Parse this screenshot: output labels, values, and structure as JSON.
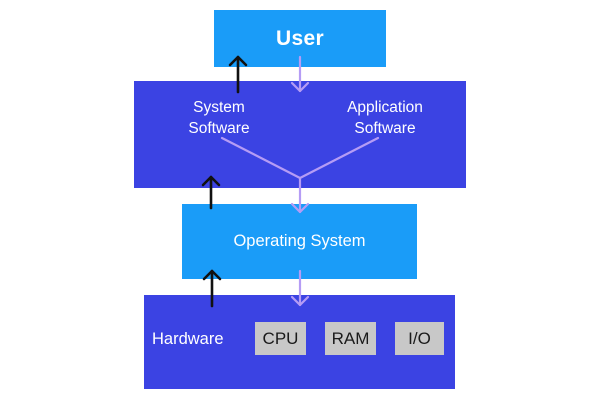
{
  "diagram": {
    "user": {
      "label": "User"
    },
    "software": {
      "system_software_line1": "System",
      "system_software_line2": "Software",
      "application_software_line1": "Application",
      "application_software_line2": "Software"
    },
    "operating_system": {
      "label": "Operating System"
    },
    "hardware": {
      "label": "Hardware",
      "components": [
        "CPU",
        "RAM",
        "I/O"
      ]
    },
    "colors": {
      "light_blue": "#1a9cf8",
      "dark_blue": "#3b43e3",
      "chip_gray": "#c8c8c8",
      "down_arrow": "#b59cf5",
      "up_arrow": "#111111"
    }
  }
}
